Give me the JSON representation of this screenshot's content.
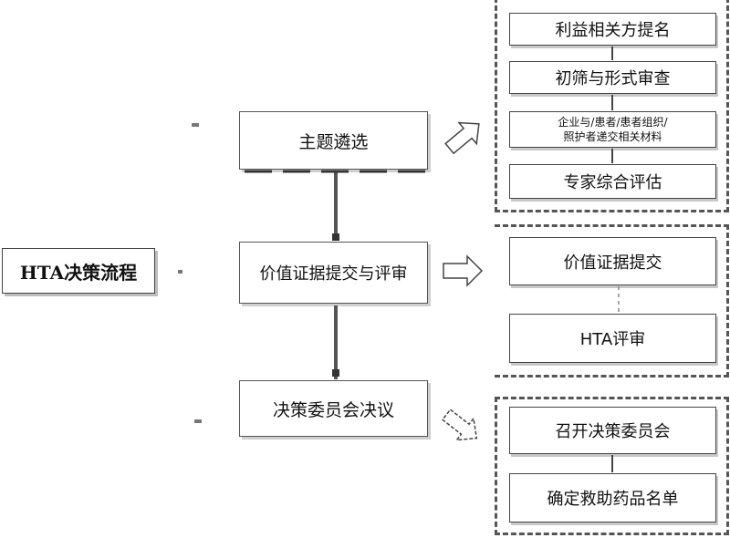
{
  "title": "HTA决策流程",
  "stages": [
    {
      "label": "主题遴选"
    },
    {
      "label": "价值证据提交与评审"
    },
    {
      "label": "决策委员会决议"
    }
  ],
  "groups": [
    {
      "steps": [
        {
          "label": "利益相关方提名"
        },
        {
          "label": "初筛与形式审查"
        },
        {
          "label_line1": "企业与/患者/患者组织/",
          "label_line2": "照护者递交相关材料"
        },
        {
          "label": "专家综合评估"
        }
      ]
    },
    {
      "steps": [
        {
          "label": "价值证据提交"
        },
        {
          "label": "HTA评审"
        }
      ]
    },
    {
      "steps": [
        {
          "label": "召开决策委员会"
        },
        {
          "label": "确定救助药品名单"
        }
      ]
    }
  ]
}
